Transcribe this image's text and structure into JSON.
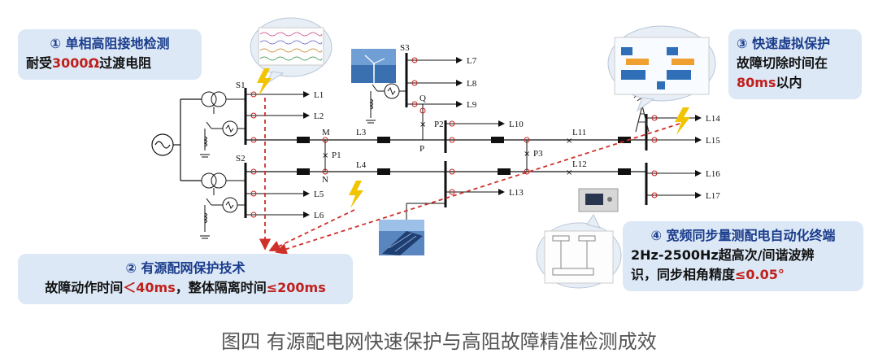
{
  "boxes": {
    "b1": {
      "title": "① 单相高阻接地检测",
      "line1_pre": "耐受",
      "line1_hl": "3000Ω",
      "line1_post": "过渡电阻"
    },
    "b2": {
      "title": "② 有源配网保护技术",
      "pre": "故障动作时间",
      "hl1": "＜40ms",
      "mid": "，整体隔离时间",
      "hl2": "≤200ms"
    },
    "b3": {
      "title": "③ 快速虚拟保护",
      "line1": "故障切除时间在",
      "line2_hl": "80ms",
      "line2_post": "以内"
    },
    "b4": {
      "title": "④ 宽频同步量测配电自动化终端",
      "line1": "2Hz-2500Hz超高次/间谐波辨",
      "line2_pre": "识，同步相角精度",
      "line2_hl": "≤0.05°"
    }
  },
  "diagram": {
    "buses": [
      "S1",
      "S2",
      "S3"
    ],
    "feeders": [
      "L1",
      "L2",
      "L3",
      "L4",
      "L5",
      "L6",
      "L7",
      "L8",
      "L9",
      "L10",
      "L11",
      "L12",
      "L13",
      "L14",
      "L15",
      "L16",
      "L17"
    ],
    "points": [
      "M",
      "N",
      "P",
      "Q",
      "P1",
      "P2",
      "P3"
    ]
  },
  "caption": "图四 有源配电网快速保护与高阻故障精准检测成效",
  "colors": {
    "title_blue": "#1a3c8c",
    "highlight_red": "#c0201c",
    "box_bg": "#dce8f6",
    "fault_dash": "#d0302a",
    "lightning": "#f2c400"
  }
}
